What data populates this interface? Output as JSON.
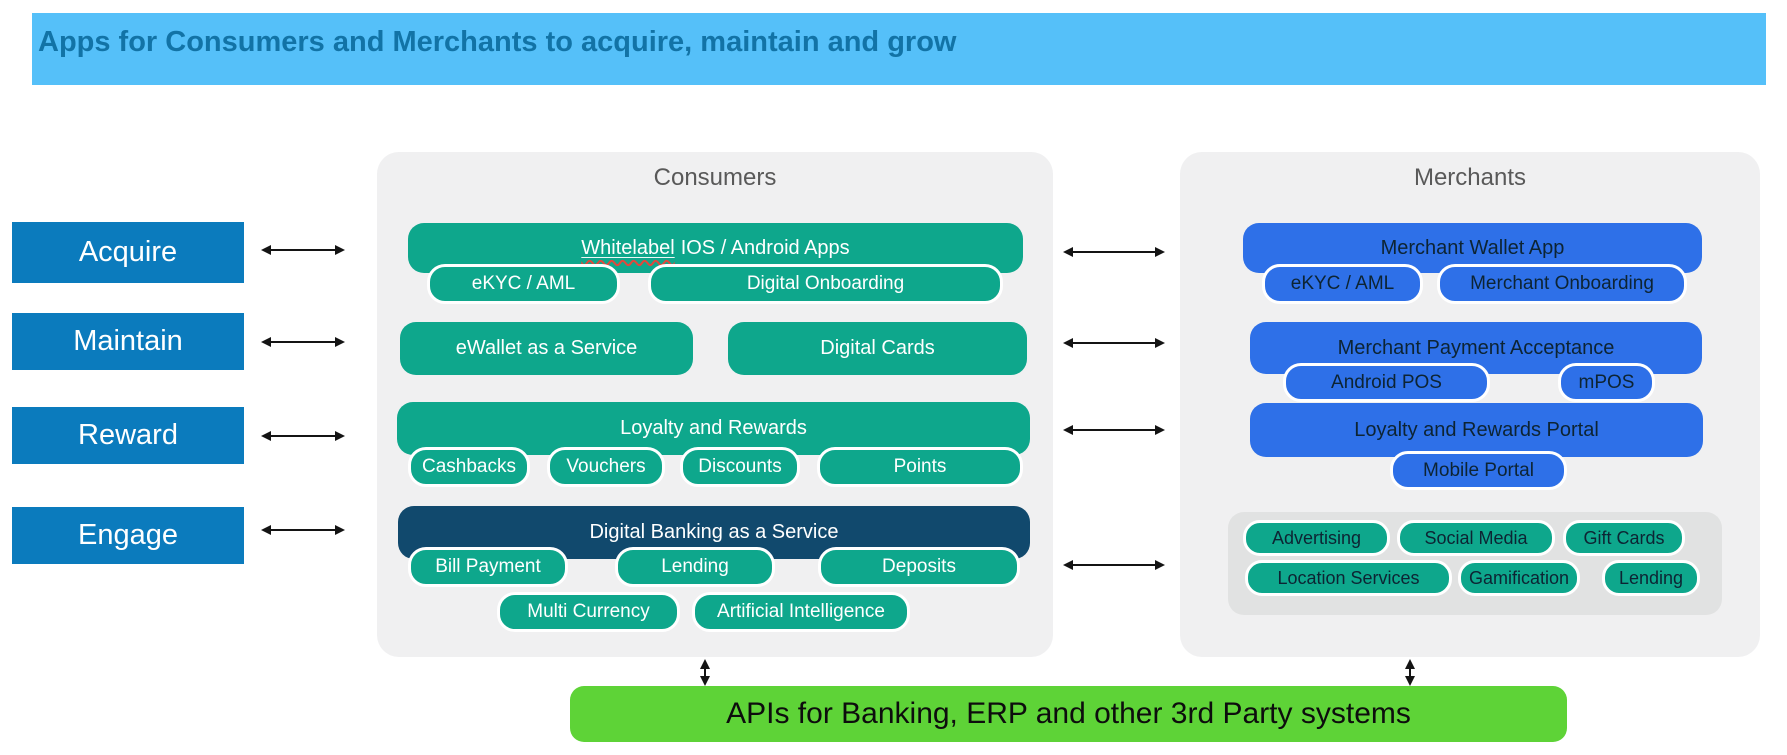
{
  "header": {
    "title": "Apps for Consumers and Merchants to acquire, maintain and grow"
  },
  "row_labels": [
    "Acquire",
    "Maintain",
    "Reward",
    "Engage"
  ],
  "consumers": {
    "title": "Consumers",
    "whitelabel_bar": {
      "word_underlined": "Whitelabel",
      "rest": "IOS / Android Apps"
    },
    "acquire_children": [
      "eKYC / AML",
      "Digital Onboarding"
    ],
    "maintain_bars": [
      "eWallet as a Service",
      "Digital Cards"
    ],
    "reward_bar": "Loyalty and Rewards",
    "reward_children": [
      "Cashbacks",
      "Vouchers",
      "Discounts",
      "Points"
    ],
    "engage_bar": "Digital Banking as a Service",
    "engage_children_row1": [
      "Bill Payment",
      "Lending",
      "Deposits"
    ],
    "engage_children_row2": [
      "Multi Currency",
      "Artificial Intelligence"
    ]
  },
  "merchants": {
    "title": "Merchants",
    "acquire_bar": "Merchant Wallet App",
    "acquire_children": [
      "eKYC / AML",
      "Merchant Onboarding"
    ],
    "maintain_bar": "Merchant Payment Acceptance",
    "maintain_children": [
      "Android POS",
      "mPOS"
    ],
    "reward_bar": "Loyalty and Rewards Portal",
    "reward_children": [
      "Mobile Portal"
    ],
    "engage_children_row1": [
      "Advertising",
      "Social Media",
      "Gift Cards"
    ],
    "engage_children_row2": [
      "Location Services",
      "Gamification",
      "Lending"
    ]
  },
  "api_bar": {
    "label": "APIs for Banking, ERP and other 3rd Party systems"
  },
  "colors": {
    "banner_bg": "#55c0f9",
    "banner_text": "#1273a6",
    "row_label_bg": "#0b7bbd",
    "teal": "#0ea78c",
    "navy": "#11496d",
    "merchant_blue": "#2e70e8",
    "api_green": "#5ed337",
    "panel_bg": "#f0f0f1",
    "engage_box_bg": "#e1e2e2",
    "dark_text": "#0d2433",
    "panel_title_text": "#595959",
    "arrow": "#141414"
  }
}
